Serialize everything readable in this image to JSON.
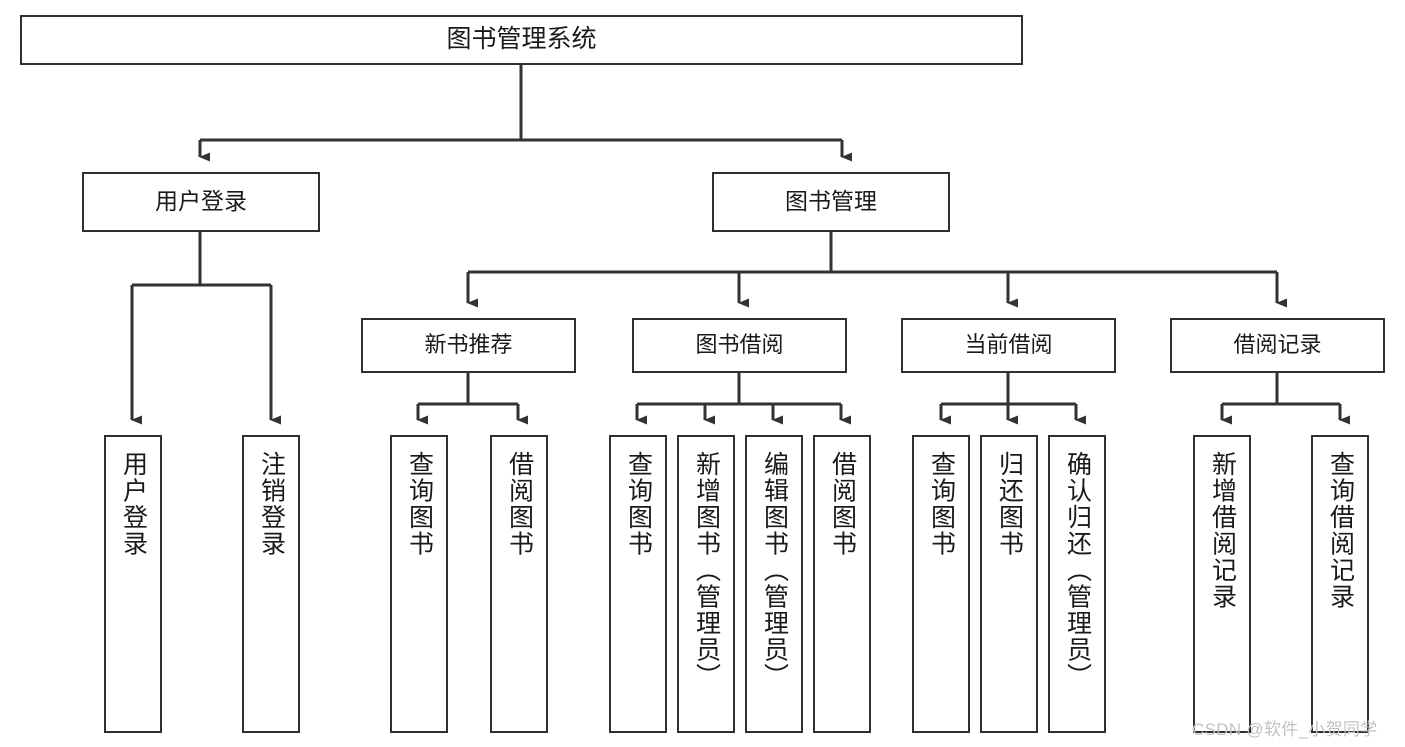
{
  "diagram": {
    "kind": "function-structure-tree",
    "title": "图书管理系统",
    "watermark": "CSDN @软件_小贺同学",
    "colors": {
      "background": "#ffffff",
      "box_border": "#2f2f2f",
      "connector_line": "#333333",
      "text": "#1a1a1a",
      "watermark": "#c2c2c2"
    },
    "root": {
      "label": "图书管理系统"
    },
    "level1": [
      {
        "label": "用户登录"
      },
      {
        "label": "图书管理"
      }
    ],
    "level2": [
      {
        "label": "新书推荐"
      },
      {
        "label": "图书借阅"
      },
      {
        "label": "当前借阅"
      },
      {
        "label": "借阅记录"
      }
    ],
    "leaves": {
      "user_login": [
        {
          "label": "用户登录"
        },
        {
          "label": "注销登录"
        }
      ],
      "new_book_recommend": [
        {
          "label": "查询图书"
        },
        {
          "label": "借阅图书"
        }
      ],
      "book_borrow": [
        {
          "label": "查询图书"
        },
        {
          "label": "新增图书（管理员）"
        },
        {
          "label": "编辑图书（管理员）"
        },
        {
          "label": "借阅图书"
        }
      ],
      "current_borrow": [
        {
          "label": "查询图书"
        },
        {
          "label": "归还图书"
        },
        {
          "label": "确认归还（管理员）"
        }
      ],
      "borrow_record": [
        {
          "label": "新增借阅记录"
        },
        {
          "label": "查询借阅记录"
        }
      ]
    }
  }
}
